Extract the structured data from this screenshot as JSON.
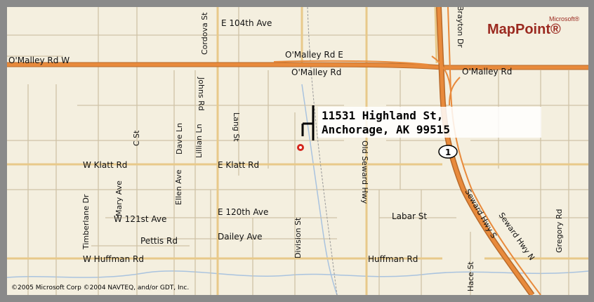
{
  "brand": {
    "vendor": "Microsoft®",
    "product": "MapPoint®"
  },
  "address": {
    "line1": "11531 Highland St,",
    "line2": "Anchorage, AK 99515"
  },
  "copyright": "©2005 Microsoft Corp ©2004 NAVTEQ, and/or GDT, Inc.",
  "route_shield": "1",
  "streets": {
    "e_104th": "E 104th Ave",
    "omalley_w": "O'Malley Rd W",
    "omalley_e": "O'Malley Rd E",
    "omalley_mid": "O'Malley Rd",
    "omalley_right": "O'Malley Rd",
    "cordova": "Cordova St",
    "johns": "Johns Rd",
    "lang": "Lang St",
    "c_st": "C St",
    "dave_ln": "Dave Ln",
    "lillian_ln": "Lillian Ln",
    "w_klatt": "W Klatt Rd",
    "e_klatt": "E Klatt Rd",
    "old_seward": "Old Seward Hwy",
    "brayton": "Brayton Dr",
    "timberlane": "Timberlane Dr",
    "mary_ave": "Mary Ave",
    "ellen_ave": "Ellen Ave",
    "w_121st": "W 121st Ave",
    "e_120th": "E 120th Ave",
    "pettis": "Pettis Rd",
    "dailey": "Dailey Ave",
    "division": "Division St",
    "labar": "Labar St",
    "w_huffman": "W Huffman Rd",
    "huffman": "Huffman Rd",
    "hace": "Hace St",
    "gregory": "Gregory Rd",
    "seward_s": "Seward Hwy S",
    "seward_n": "Seward Hwy N"
  },
  "colors": {
    "highway": "#e88a3c",
    "arterial": "#e8c98a",
    "minor": "#cfc2a6",
    "water": "#a9c3df",
    "land": "#f4efdf"
  },
  "icons": {
    "pin": "location-pin-icon",
    "shield": "route-shield-icon"
  }
}
